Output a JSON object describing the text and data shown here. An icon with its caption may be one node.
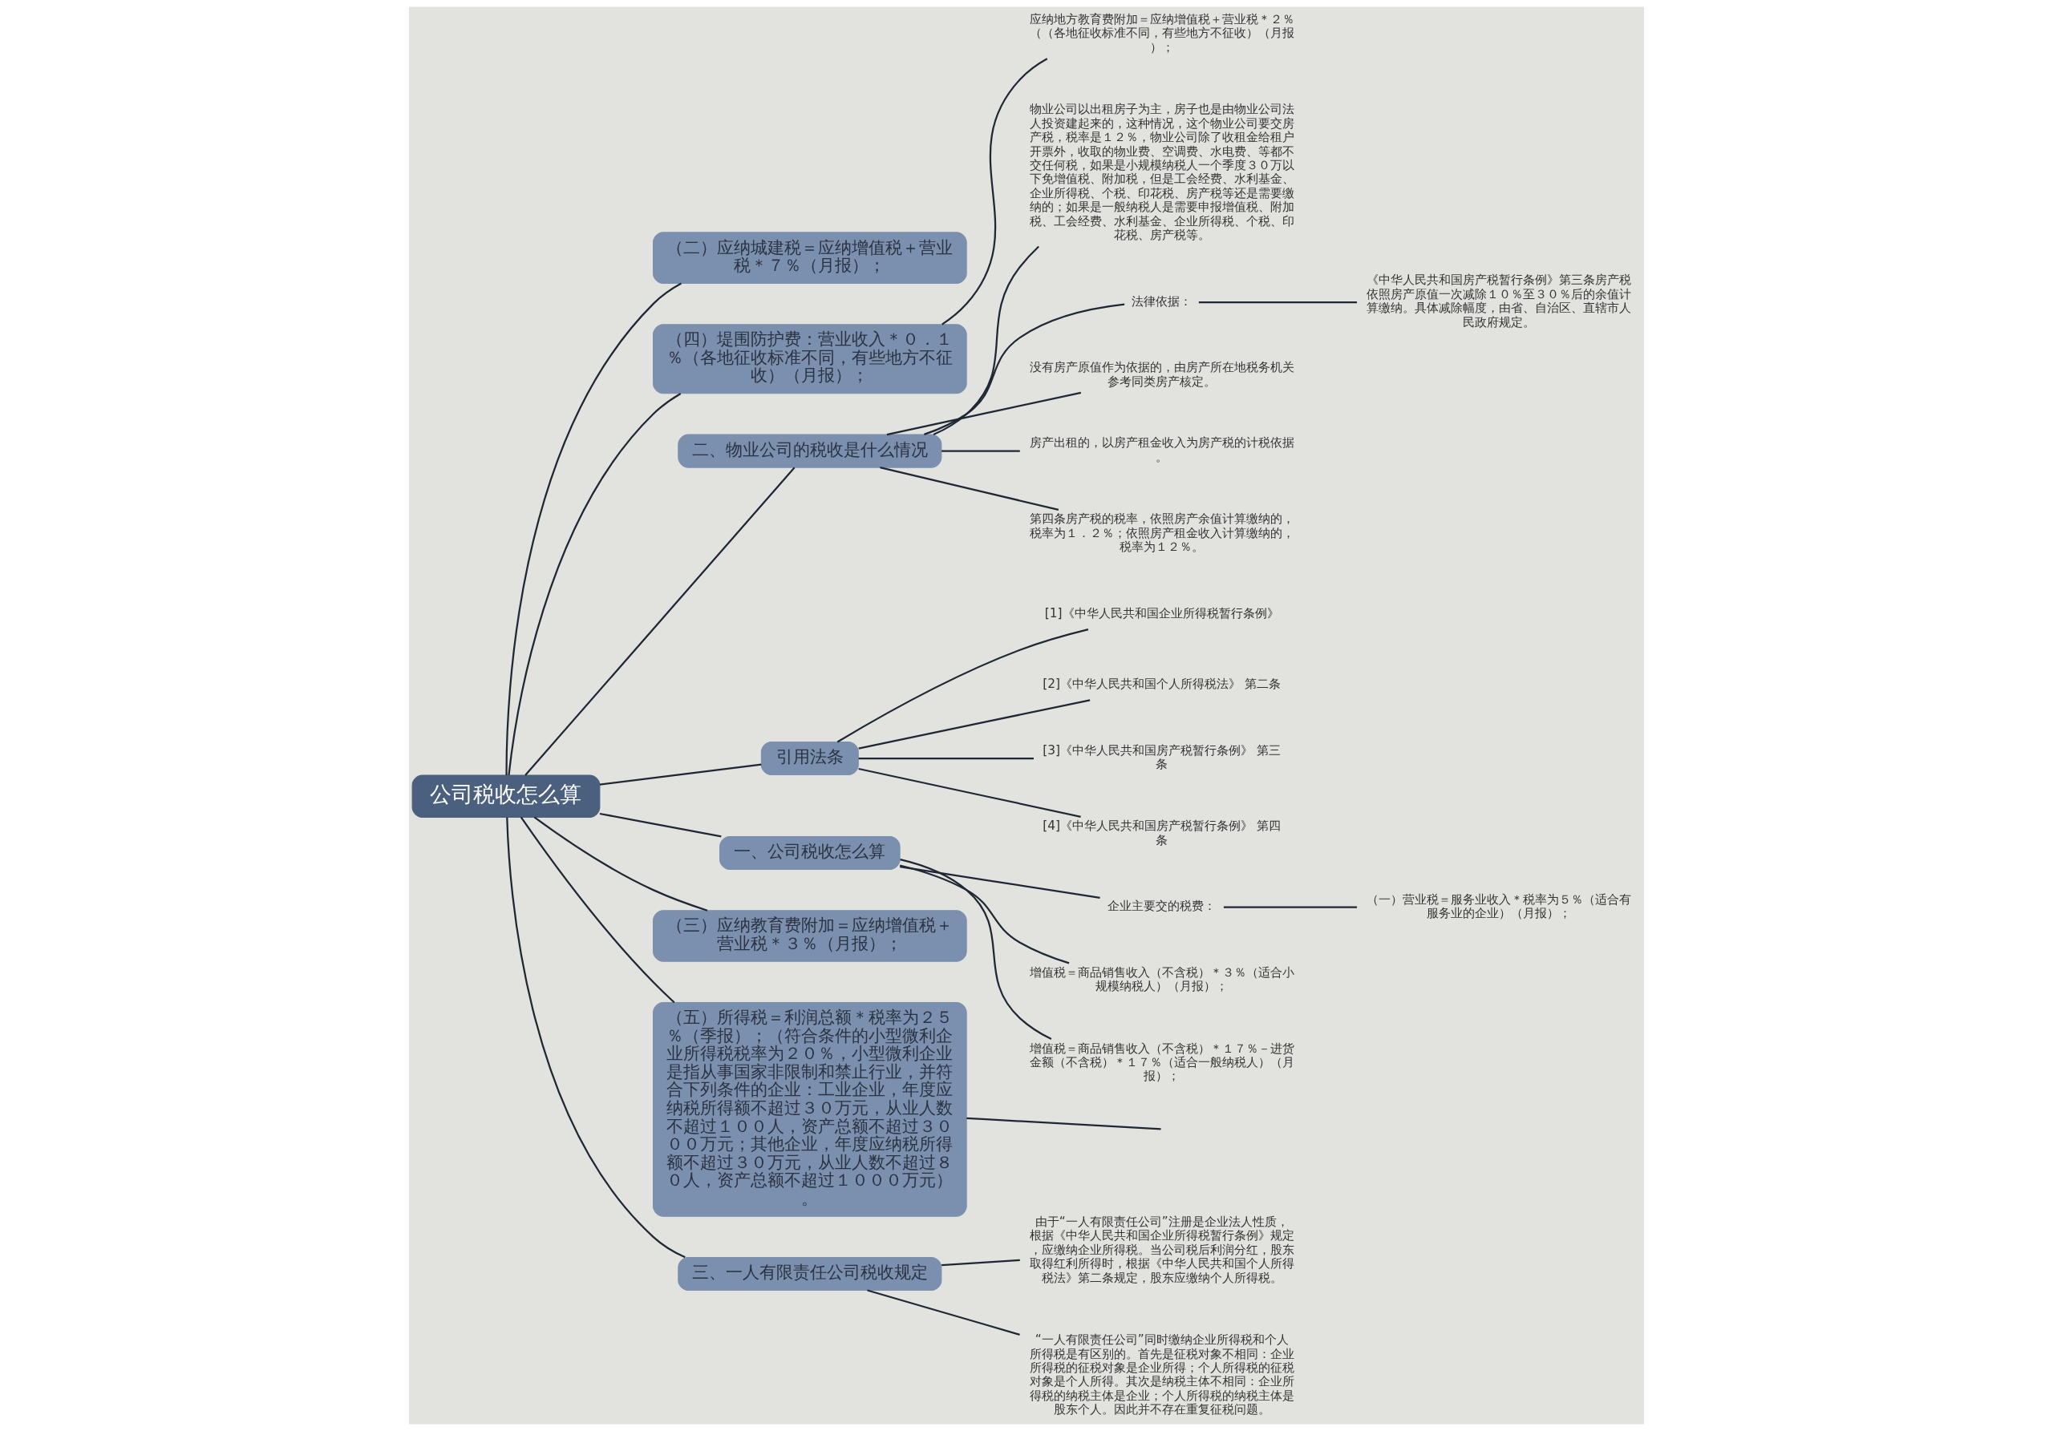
{
  "diagram": {
    "nodes": [
      {
        "text": [
          "公司税收怎么算"
        ]
      },
      {
        "text": [
          "（二）应纳城建税＝应纳增值税＋营业税＊７％（月报）；"
        ]
      },
      {
        "text": [
          "（四）堤围防护费：营业收入＊０．１％（各地征收标准不同，有些地方不征收）（月报）；"
        ]
      },
      {
        "text": [
          "应纳地方教育费附加＝应纳增值税＋营业税＊２％（（各地征收标准不同，有些地方不征收）（月报）；"
        ]
      },
      {
        "text": [
          "二、物业公司的税收是什么情况"
        ]
      },
      {
        "text": [
          "物业公司以出租房子为主，房子也是由物业公司法人投资建起来的，这种情况，这个物业公司要交房产税，税率是１２％，物业公司除了收租金给租户开票外，收取的物业费、空调费、水电费、等都不交任何税，如果是小规模纳税人一个季度３０万以下免增值税、附加税，但是工会经费、水利基金、企业所得税、个税、印花税、房产税等还是需要缴纳的；如果是一般纳税人是需要申报增值税、附加税、工会经费、水利基金、企业所得税、个税、印花税、房产税等。"
        ]
      },
      {
        "text": [
          "法律依据："
        ]
      },
      {
        "text": [
          "《中华人民共和国房产税暂行条例》第三条房产税依照房产原值一次减除１０％至３０％后的余值计算缴纳。具体减除幅度，由省、自治区、直辖市人民政府规定。"
        ]
      },
      {
        "text": [
          "没有房产原值作为依据的，由房产所在地税务机关参考同类房产核定。"
        ]
      },
      {
        "text": [
          "房产出租的，以房产租金收入为房产税的计税依据。"
        ]
      },
      {
        "text": [
          "第四条房产税的税率，依照房产余值计算缴纳的，税率为１．２％；依照房产租金收入计算缴纳的，税率为１２％。"
        ]
      },
      {
        "text": [
          "引用法条"
        ]
      },
      {
        "text": [
          "[1]《中华人民共和国企业所得税暂行条例》"
        ]
      },
      {
        "text": [
          "[2]《中华人民共和国个人所得税法》 第二条"
        ]
      },
      {
        "text": [
          "[3]《中华人民共和国房产税暂行条例》 第三条"
        ]
      },
      {
        "text": [
          "[4]《中华人民共和国房产税暂行条例》 第四条"
        ]
      },
      {
        "text": [
          "一、公司税收怎么算"
        ]
      },
      {
        "text": [
          "企业主要交的税费："
        ]
      },
      {
        "text": [
          "（一）营业税＝服务业收入＊税率为５％（适合有服务业的企业）（月报）；"
        ]
      },
      {
        "text": [
          "增值税＝商品销售收入（不含税）＊３％（适合小规模纳税人）（月报）；"
        ]
      },
      {
        "text": [
          "增值税＝商品销售收入（不含税）＊１７％－进货金额（不含税）＊１７％（适合一般纳税人）（月报）；"
        ]
      },
      {
        "text": [
          "（三）应纳教育费附加＝应纳增值税＋营业税＊３％（月报）；"
        ]
      },
      {
        "text": [
          "（五）所得税＝利润总额＊税率为２５％（季报）；（符合条件的小型微利企业所得税税率为２０％，小型微利企业是指从事国家非限制和禁止行业，并符合下列条件的企业：工业企业，年度应纳税所得额不超过３０万元，从业人数不超过１００人，资产总额不超过３０００万元；其他企业，年度应纳税所得额不超过３０万元，从业人数不超过８０人，资产总额不超过１０００万元）。"
        ]
      },
      {
        "text": [
          "三、一人有限责任公司税收规定"
        ]
      },
      {
        "text": [
          "由于“一人有限责任公司”注册是企业法人性质，根据《中华人民共和国企业所得税暂行条例》规定，应缴纳企业所得税。当公司税后利润分红，股东取得红利所得时，根据《中华人民共和国个人所得税法》第二条规定，股东应缴纳个人所得税。"
        ]
      },
      {
        "text": [
          "“一人有限责任公司”同时缴纳企业所得税和个人所得税是有区别的。首先是征税对象不相同：企业所得税的征税对象是企业所得；个人所得税的征税对象是个人所得。其次是纳税主体不相同：企业所得税的纳税主体是企业；个人所得税的纳税主体是股东个人。因此并不存在重复征税问题。"
        ]
      }
    ],
    "edges": [
      {
        "from": 0,
        "to": 1,
        "arrow": "none"
      },
      {
        "from": 0,
        "to": 2,
        "arrow": "none"
      },
      {
        "from": 2,
        "to": 3,
        "arrow": "none"
      },
      {
        "from": 0,
        "to": 4,
        "arrow": "none"
      },
      {
        "from": 4,
        "to": 5,
        "arrow": "none"
      },
      {
        "from": 4,
        "to": 6,
        "arrow": "none"
      },
      {
        "from": 6,
        "to": 7,
        "arrow": "none"
      },
      {
        "from": 4,
        "to": 8,
        "arrow": "none"
      },
      {
        "from": 4,
        "to": 9,
        "arrow": "none"
      },
      {
        "from": 4,
        "to": 10,
        "arrow": "none"
      },
      {
        "from": 0,
        "to": 11,
        "arrow": "none"
      },
      {
        "from": 11,
        "to": 12,
        "arrow": "none"
      },
      {
        "from": 11,
        "to": 13,
        "arrow": "none"
      },
      {
        "from": 11,
        "to": 14,
        "arrow": "none"
      },
      {
        "from": 11,
        "to": 15,
        "arrow": "none"
      },
      {
        "from": 0,
        "to": 16,
        "arrow": "none"
      },
      {
        "from": 16,
        "to": 17,
        "arrow": "none"
      },
      {
        "from": 17,
        "to": 18,
        "arrow": "none"
      },
      {
        "from": 16,
        "to": 19,
        "arrow": "none"
      },
      {
        "from": 16,
        "to": 20,
        "arrow": "none"
      },
      {
        "from": 0,
        "to": 21,
        "arrow": "none"
      },
      {
        "from": 0,
        "to": 22,
        "arrow": "none"
      },
      {
        "from": 22,
        "to": null,
        "arrow": "none"
      },
      {
        "from": 0,
        "to": 23,
        "arrow": "none"
      },
      {
        "from": 23,
        "to": 24,
        "arrow": "none"
      },
      {
        "from": 23,
        "to": 25,
        "arrow": "none"
      }
    ]
  }
}
